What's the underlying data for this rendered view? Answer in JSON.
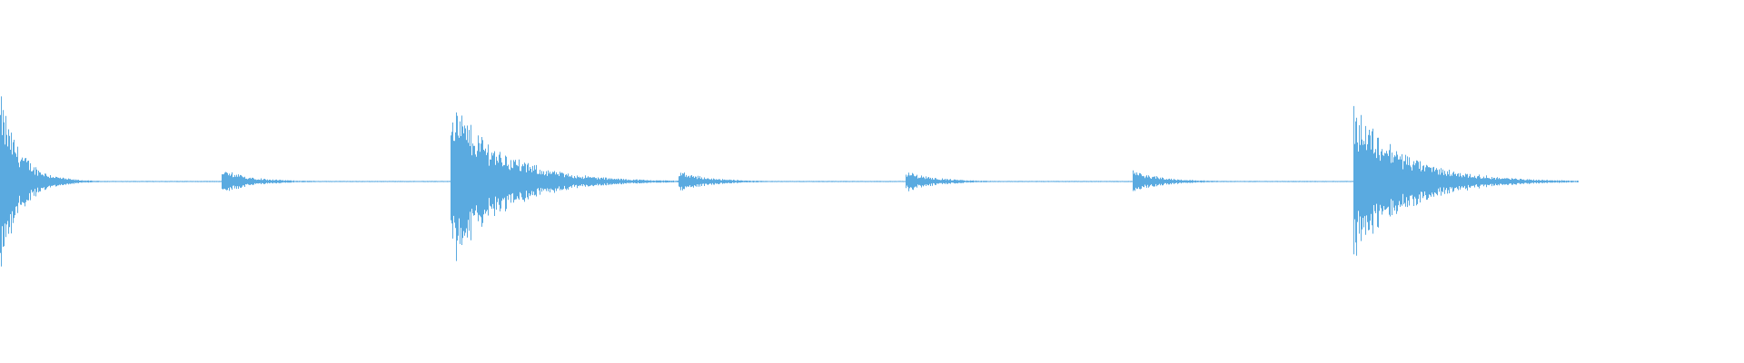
{
  "waveform": {
    "color": "#5aaae0",
    "duration_fraction_visible": 0.905,
    "events": [
      {
        "start": 0.0,
        "peak": 1.0,
        "decay": "fast"
      },
      {
        "start": 0.127,
        "peak": 0.14,
        "decay": "medium"
      },
      {
        "start": 0.258,
        "peak": 0.98,
        "decay": "long"
      },
      {
        "start": 0.389,
        "peak": 0.12,
        "decay": "medium"
      },
      {
        "start": 0.519,
        "peak": 0.12,
        "decay": "medium"
      },
      {
        "start": 0.649,
        "peak": 0.13,
        "decay": "medium"
      },
      {
        "start": 0.776,
        "peak": 0.9,
        "decay": "long"
      }
    ]
  }
}
